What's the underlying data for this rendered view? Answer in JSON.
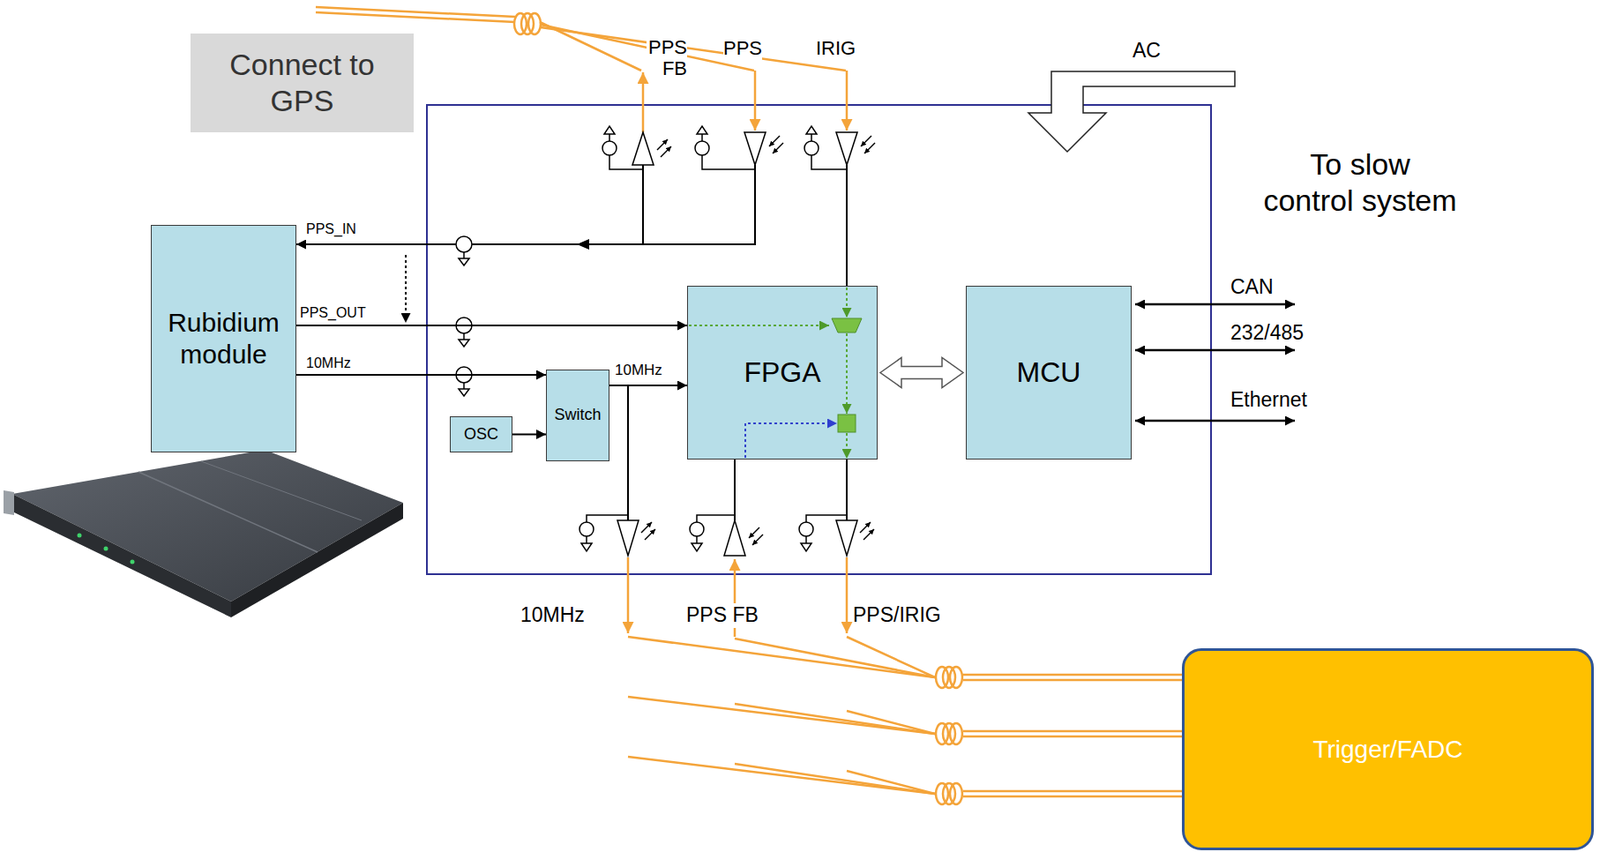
{
  "diagram": {
    "nodes": [
      {
        "text": [
          "Connect to GPS"
        ]
      },
      {
        "text": [
          "Rubidium module"
        ]
      },
      {
        "text": [
          "OSC"
        ]
      },
      {
        "text": [
          "Switch"
        ]
      },
      {
        "text": [
          "FPGA"
        ]
      },
      {
        "text": [
          "MCU"
        ]
      },
      {
        "text": [
          "Trigger/FADC"
        ]
      }
    ],
    "edges": [
      {
        "from": 1,
        "to": 4,
        "arrow": "to",
        "label": "PPS_OUT"
      },
      {
        "from": 1,
        "to": 3,
        "arrow": "to",
        "label": "10MHz"
      },
      {
        "from": 2,
        "to": 3,
        "arrow": "to"
      },
      {
        "from": 3,
        "to": 4,
        "arrow": "to",
        "label": "10MHz"
      },
      {
        "from": 4,
        "to": 5,
        "arrow": "both"
      }
    ],
    "labels": [
      "PPS FB",
      "PPS",
      "IRIG",
      "AC",
      "To slow control system",
      "PPS_IN",
      "CAN",
      "232/485",
      "Ethernet",
      "10MHz",
      "PPS FB",
      "PPS/IRIG"
    ]
  }
}
